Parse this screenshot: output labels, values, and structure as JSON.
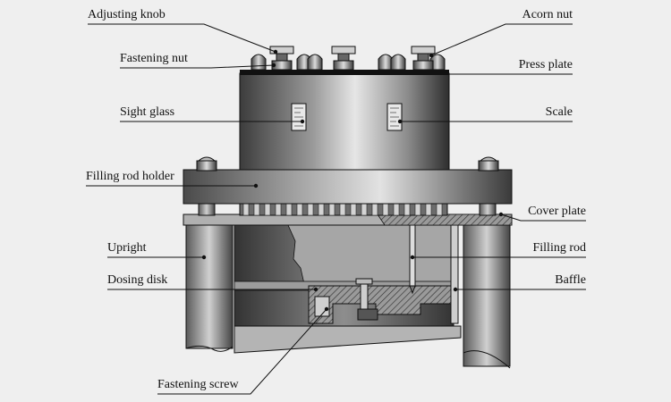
{
  "labels": {
    "adjusting_knob": "Adjusting knob",
    "fastening_nut": "Fastening nut",
    "sight_glass": "Sight glass",
    "filling_rod_holder": "Filling rod holder",
    "upright": "Upright",
    "dosing_disk": "Dosing disk",
    "fastening_screw": "Fastening screw",
    "acorn_nut": "Acorn nut",
    "press_plate": "Press plate",
    "scale": "Scale",
    "cover_plate": "Cover plate",
    "filling_rod": "Filling rod",
    "baffle": "Baffle"
  },
  "colors": {
    "background": "#efefef",
    "metal_dark": "#3a3a3a",
    "metal_mid": "#8a8a8a",
    "metal_light": "#d8d8d8",
    "line": "#111111"
  }
}
